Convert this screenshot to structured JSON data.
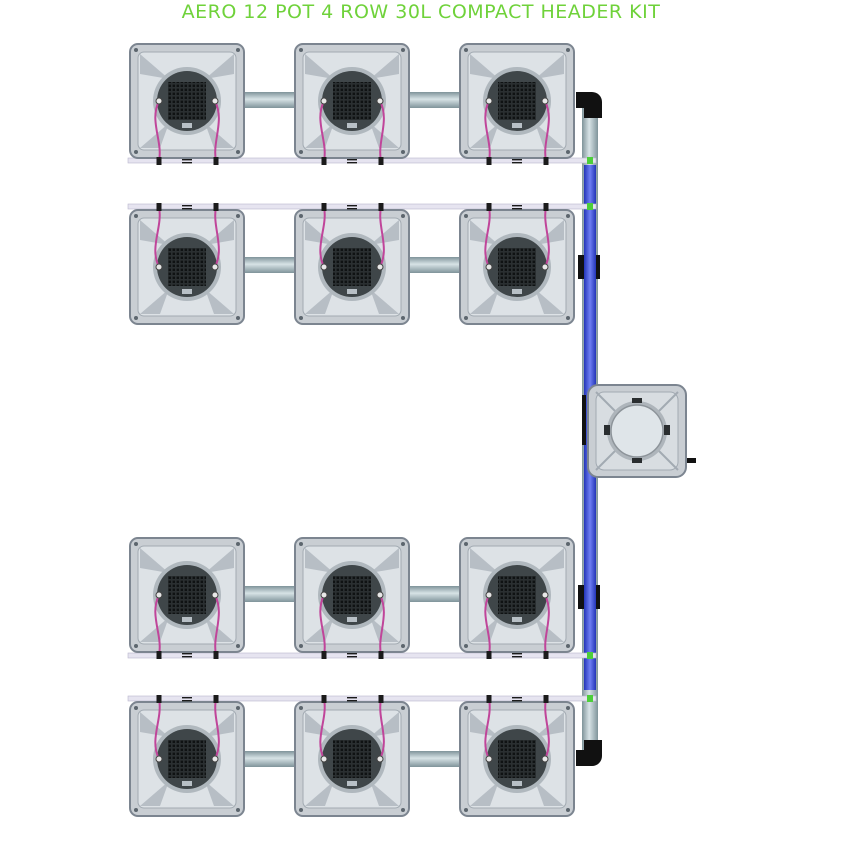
{
  "title": "AERO 12 POT 4 ROW 30L COMPACT HEADER KIT",
  "colors": {
    "title": "#6fd23a",
    "pot_body": "#c9ced3",
    "pot_edge": "#7c8590",
    "pot_dark": "#3f4649",
    "grid": "#1c1f21",
    "link_pipe": "#a9b7bb",
    "feed_line": "#e6e4f0",
    "irrigation_wire": "#c0459a",
    "header_pipe": "#3c4fd8",
    "return_pipe": "#b6c4c8",
    "fitting": "#111111"
  },
  "layout": {
    "rows": 4,
    "pots_per_row": 3,
    "controller_pot": 1
  },
  "icons": [
    "pot-icon",
    "controller-pot-icon",
    "header-pipe-icon",
    "elbow-fitting-icon"
  ]
}
